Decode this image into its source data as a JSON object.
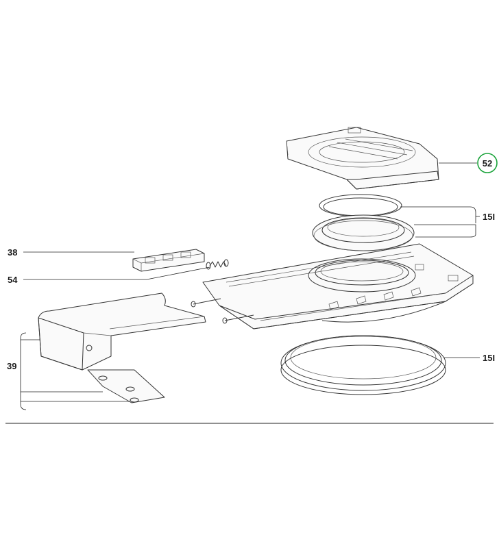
{
  "labels": {
    "p52": "52",
    "p15_top": "15I",
    "p38": "38",
    "p54": "54",
    "p15_bottom": "15I",
    "p39": "39"
  },
  "colors": {
    "highlight_circle": "#1aa33a",
    "line": "#333333",
    "background": "#ffffff"
  }
}
